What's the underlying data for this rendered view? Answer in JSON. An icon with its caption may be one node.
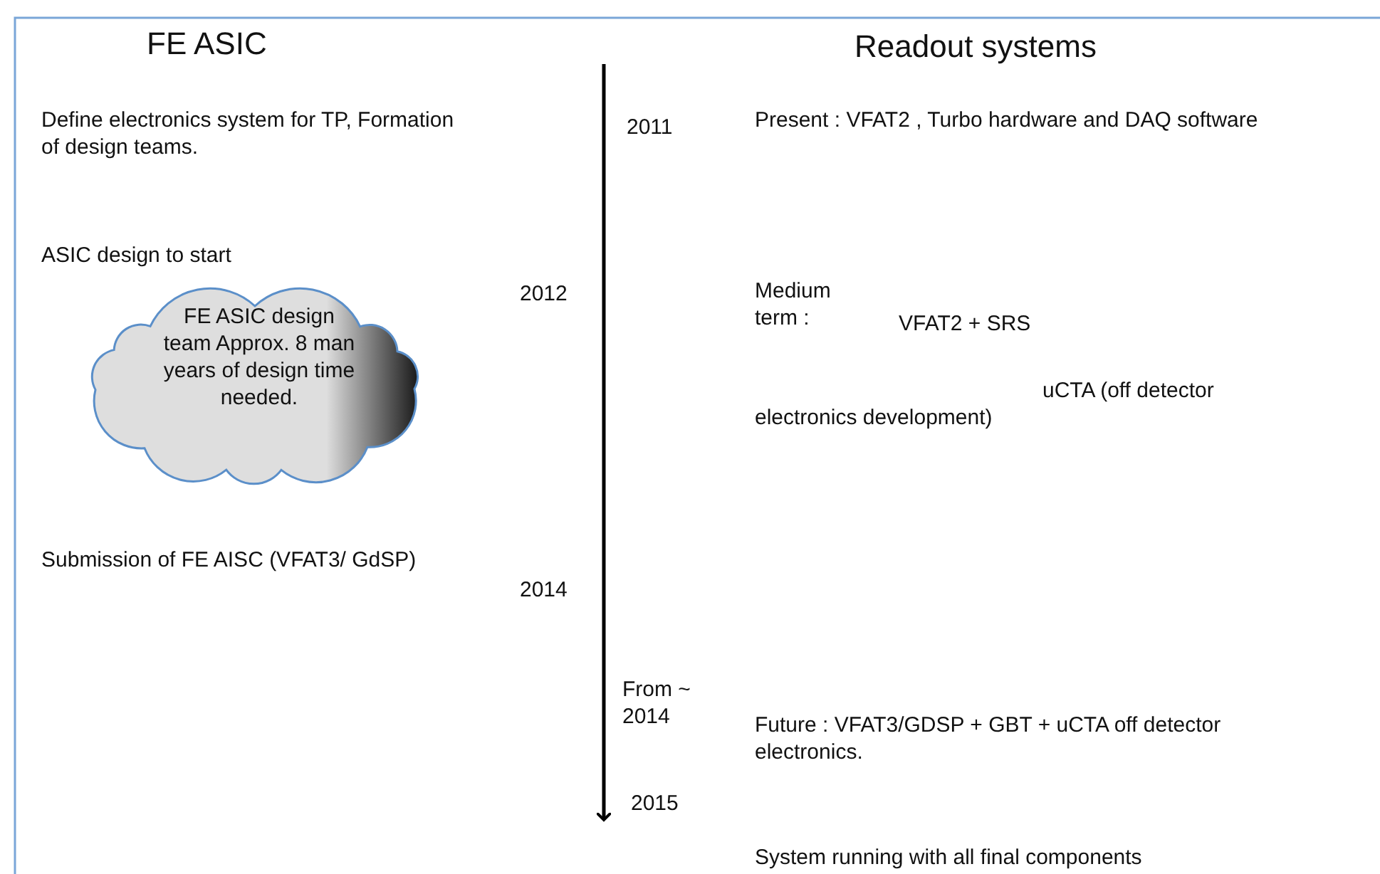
{
  "diagram": {
    "nodes": [
      {
        "text": [
          "FE ASIC design team Approx. 8 man years of design time needed."
        ]
      }
    ],
    "labels": [
      "FE ASIC",
      "Readout systems",
      "Define electronics system for TP, Formation of design teams.",
      "2011",
      "Present : VFAT2 , Turbo hardware and DAQ software",
      "ASIC design to start",
      "2012",
      "Medium term :",
      "VFAT2 + SRS",
      "uCTA (off detector electronics development)",
      "Submission of FE AISC (VFAT3/ GdSP)",
      "2014",
      "From ~ 2014",
      "Future : VFAT3/GDSP + GBT + uCTA off detector electronics.",
      "2015",
      "System running with all final components"
    ]
  }
}
